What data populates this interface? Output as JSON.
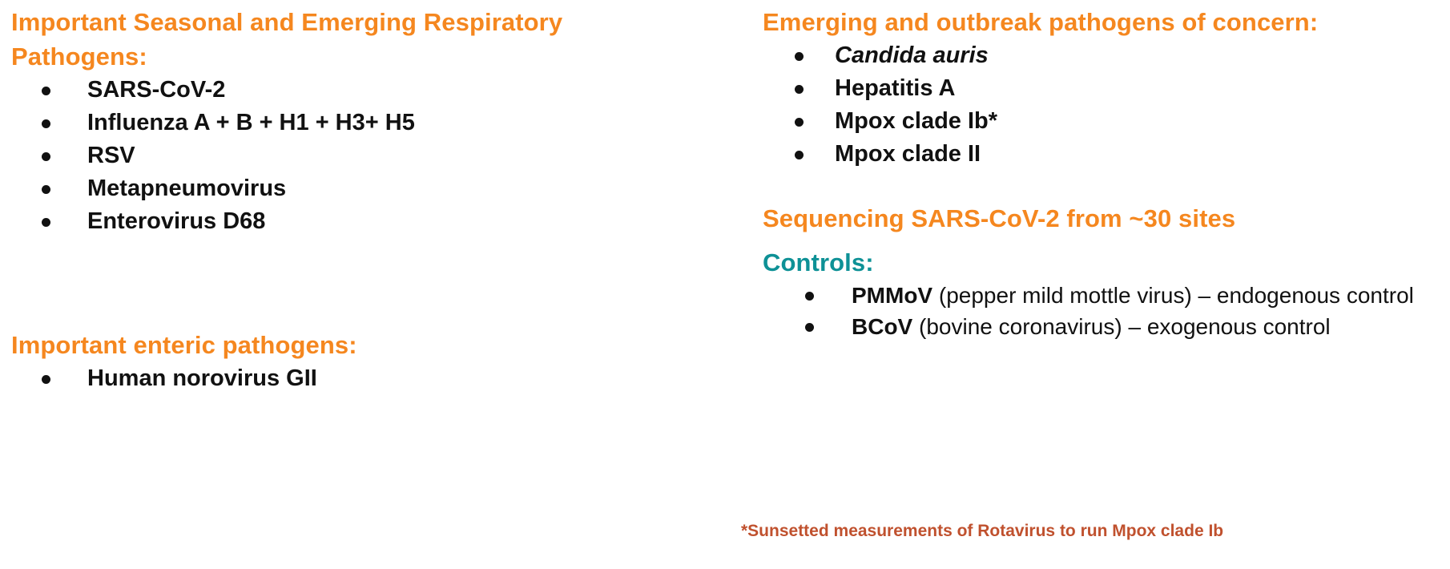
{
  "colors": {
    "heading_orange": "#f5871f",
    "heading_teal": "#0e9196",
    "body_black": "#111111",
    "footnote_red": "#c0512e",
    "background": "#ffffff"
  },
  "left_column": {
    "respiratory": {
      "heading": "Important Seasonal and Emerging Respiratory Pathogens:",
      "items": [
        "SARS-CoV-2",
        "Influenza A + B + H1 + H3+ H5",
        "RSV",
        "Metapneumovirus",
        "Enterovirus D68"
      ]
    },
    "enteric": {
      "heading": "Important enteric pathogens:",
      "items": [
        "Human norovirus GII"
      ]
    }
  },
  "right_column": {
    "emerging": {
      "heading": "Emerging and outbreak pathogens of concern:",
      "items": [
        {
          "text": "Candida auris",
          "italic": true
        },
        {
          "text": "Hepatitis A",
          "italic": false
        },
        {
          "text": "Mpox clade Ib*",
          "italic": false
        },
        {
          "text": "Mpox clade II",
          "italic": false
        }
      ]
    },
    "sequencing": {
      "heading": "Sequencing SARS-CoV-2 from ~30 sites",
      "controls_heading": "Controls:",
      "controls": [
        {
          "abbr": "PMMoV",
          "detail": " (pepper mild mottle virus) – endogenous control"
        },
        {
          "abbr": "BCoV",
          "detail": " (bovine coronavirus) – exogenous control"
        }
      ]
    }
  },
  "footnote": "*Sunsetted measurements of Rotavirus to run Mpox clade Ib"
}
